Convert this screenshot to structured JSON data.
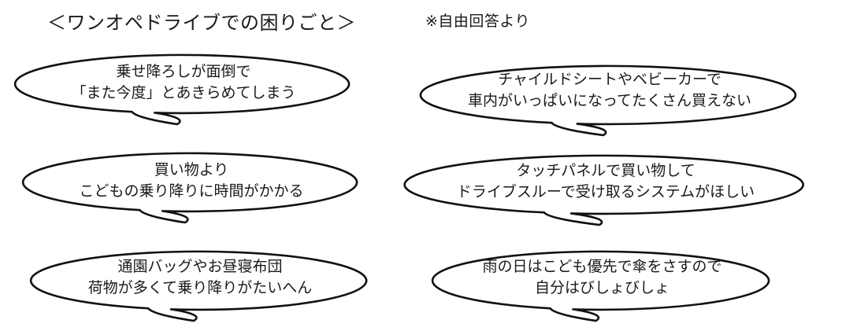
{
  "header": {
    "title": "＜ワンオペドライブでの困りごと＞",
    "note": "※自由回答より"
  },
  "bubbles": {
    "l1": {
      "line1": "乗せ降ろしが面倒で",
      "line2": "「また今度」とあきらめてしまう"
    },
    "r1": {
      "line1": "チャイルドシートやベビーカーで",
      "line2": "車内がいっぱいになってたくさん買えない"
    },
    "l2": {
      "line1": "買い物より",
      "line2": "こどもの乗り降りに時間がかかる"
    },
    "r2": {
      "line1": "タッチパネルで買い物して",
      "line2": "ドライブスルーで受け取るシステムがほしい"
    },
    "l3": {
      "line1": "通園バッグやお昼寝布団",
      "line2": "荷物が多くて乗り降りがたいへん"
    },
    "r3": {
      "line1": "雨の日はこども優先で傘をさすので",
      "line2": "自分はびしょびしょ"
    }
  },
  "style": {
    "outline_color": "#111111",
    "fill_color": "#ffffff"
  }
}
